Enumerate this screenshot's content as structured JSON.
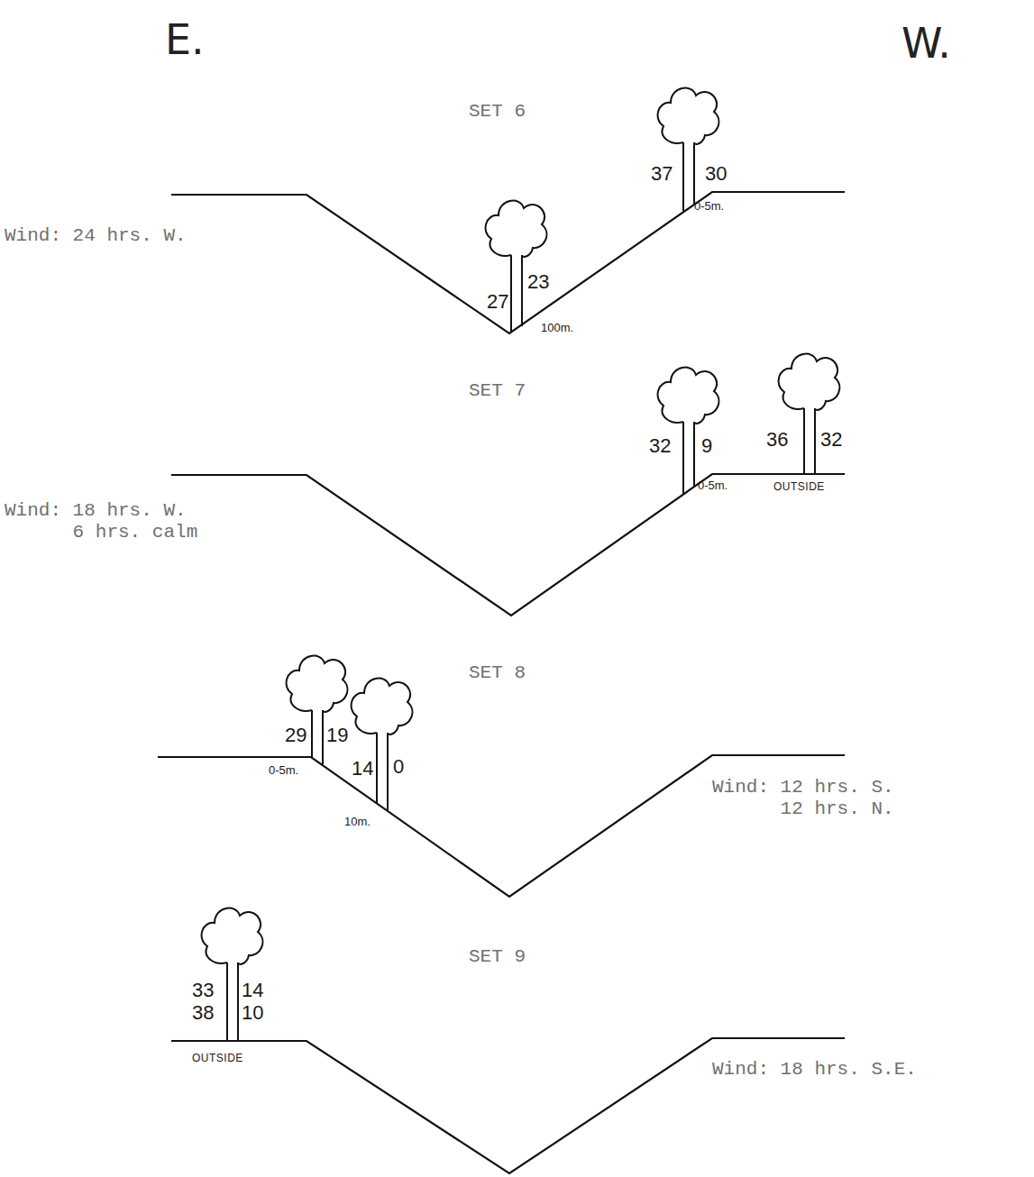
{
  "diagram": {
    "labels": [
      "E.",
      "W.",
      "SET 6",
      "37",
      "30",
      "Wind: 24 hrs. W.",
      "27",
      "23",
      "0-5m.",
      "100m.",
      "SET 7",
      "32",
      "9",
      "36",
      "32",
      "Wind: 18 hrs. W. 6 hrs. calm",
      "0-5m.",
      "OUTSIDE",
      "SET 8",
      "29",
      "19",
      "14",
      "0",
      "0-5m.",
      "10m.",
      "Wind: 12 hrs. S. 12 hrs. N.",
      "SET 9",
      "33",
      "14",
      "38",
      "10",
      "OUTSIDE",
      "Wind: 18 hrs. S.E."
    ]
  }
}
